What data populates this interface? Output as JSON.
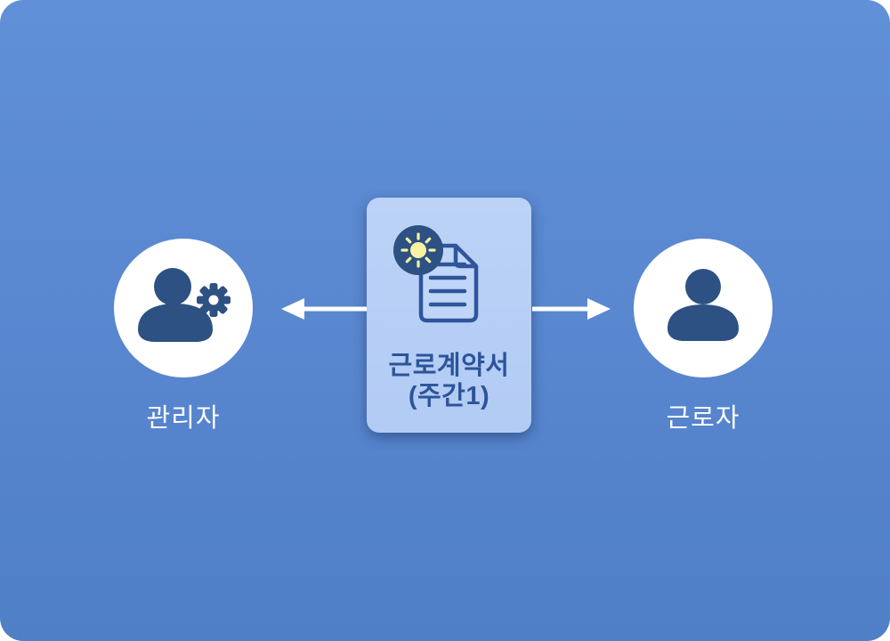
{
  "diagram": {
    "title_meaning": "labor-contract-exchange-diagram",
    "actors": {
      "left": {
        "label": "관리자",
        "icon": "user-gear-icon"
      },
      "right": {
        "label": "근로자",
        "icon": "user-icon"
      }
    },
    "card": {
      "line1": "근로계약서",
      "line2": "(주간1)",
      "icon": "document-sun-badge-icon"
    },
    "colors": {
      "canvas_blue_top": "#6090d8",
      "canvas_blue_bottom": "#4f7fc6",
      "card_bg": "#b6cef5",
      "card_text": "#2d5499",
      "navy_icon": "#2d5183",
      "doc_stroke": "#30559b",
      "sun_yellow": "#f8f3a3",
      "white": "#ffffff"
    }
  }
}
